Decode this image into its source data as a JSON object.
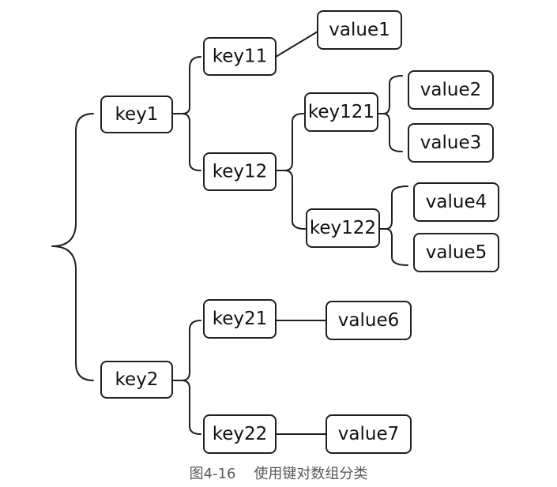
{
  "diagram": {
    "nodes": {
      "key1": "key1",
      "key2": "key2",
      "key11": "key11",
      "key12": "key12",
      "key21": "key21",
      "key22": "key22",
      "key121": "key121",
      "key122": "key122",
      "value1": "value1",
      "value2": "value2",
      "value3": "value3",
      "value4": "value4",
      "value5": "value5",
      "value6": "value6",
      "value7": "value7"
    },
    "caption": "图4-16    使用键对数组分类"
  }
}
